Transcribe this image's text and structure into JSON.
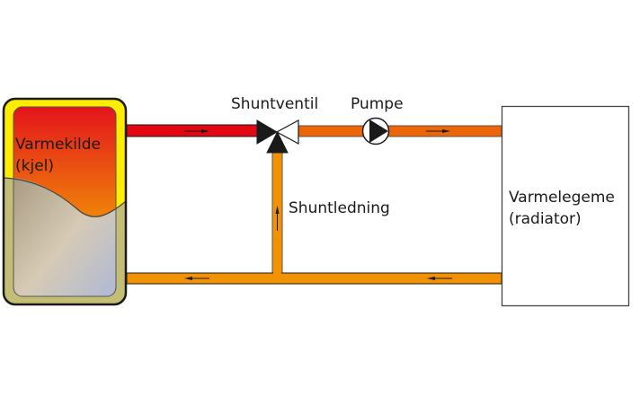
{
  "labels": {
    "heat_source_line1": "Varmekilde",
    "heat_source_line2": "(kjel)",
    "shunt_valve": "Shuntventil",
    "pump": "Pumpe",
    "shunt_line": "Shuntledning",
    "radiator_line1": "Varmelegeme",
    "radiator_line2": "(radiator)"
  },
  "colors": {
    "hot_pipe": "#e30613",
    "supply_pipe": "#ec6608",
    "return_pipe": "#f39200",
    "boiler_jacket": "#ffed00",
    "outline": "#1a1a1a"
  }
}
